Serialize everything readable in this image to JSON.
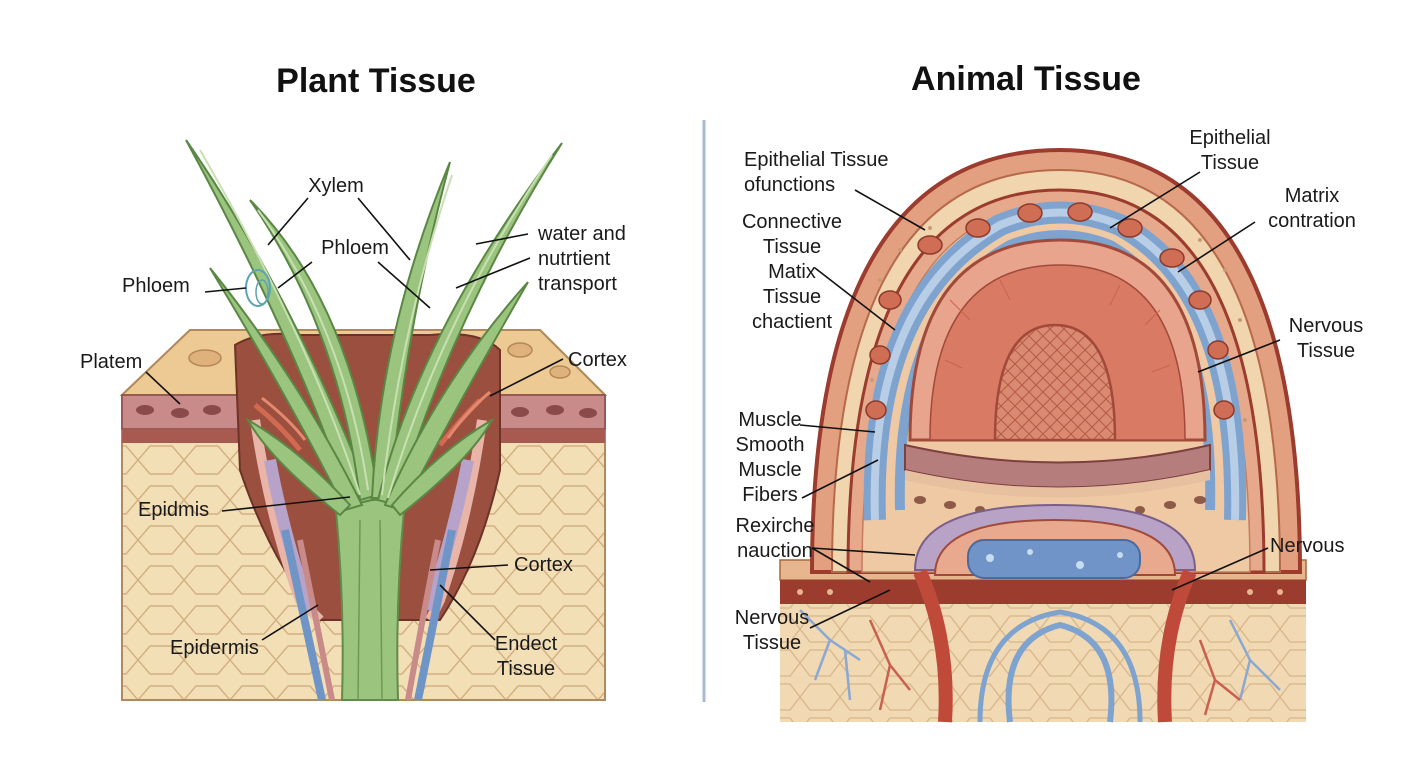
{
  "titles": {
    "left": "Plant Tissue",
    "right": "Animal Tissue"
  },
  "plant_labels": {
    "xylem": "Xylem",
    "phloem_center": "Phloem",
    "phloem_left": "Phloem",
    "transport": [
      "water and",
      "nutrtient",
      "transport"
    ],
    "platem": "Platem",
    "cortex_top": "Cortex",
    "epidmis": "Epidmis",
    "cortex_bottom": "Cortex",
    "epidermis": "Epidermis",
    "endect": [
      "Endect",
      "Tissue"
    ]
  },
  "animal_labels": {
    "epithelial_functions": [
      "Epithelial Tissue",
      "ofunctions"
    ],
    "connective": [
      "Connective",
      "Tissue",
      "Matix",
      "Tissue",
      "chactient"
    ],
    "epithelial_right": [
      "Epithelial",
      "Tissue"
    ],
    "matrix": [
      "Matrix",
      "contration"
    ],
    "nervous_right": [
      "Nervous",
      "Tissue"
    ],
    "muscle": [
      "Muscle",
      "Smooth",
      "Muscle",
      "Fibers"
    ],
    "rexirche": [
      "Rexirche",
      "nauction"
    ],
    "nervous_left": [
      "Nervous",
      "Tissue"
    ],
    "nervous_bottom_right": "Nervous"
  },
  "colors": {
    "leaf_green": "#8fb870",
    "leaf_dark": "#5f8c48",
    "plant_tan": "#f0d9ad",
    "plant_cells": "#d9b98a",
    "plant_brown": "#8a4a3a",
    "tissue_pink": "#e8a38c",
    "tissue_red": "#c96050",
    "vessel_blue": "#7fa3cf",
    "divider": "#a9b8d4"
  }
}
